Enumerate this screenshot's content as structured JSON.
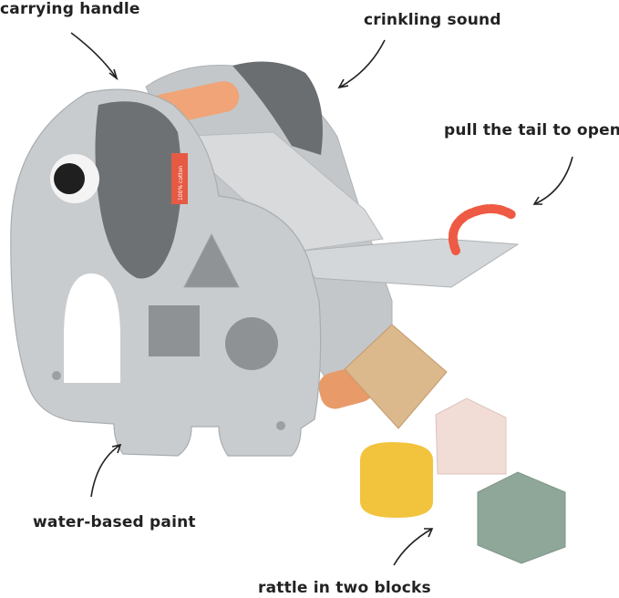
{
  "annotations": {
    "carrying_handle": "carrying handle",
    "crinkling_sound": "crinkling sound",
    "pull_tail": "pull the tail to open",
    "water_paint": "water-based paint",
    "rattle_blocks": "rattle in two blocks"
  },
  "tag_text": "100% cotton",
  "colors": {
    "body": "#c9ccce",
    "body_dark": "#b3b7ba",
    "ear": "#6e7174",
    "handle": "#f0a477",
    "tail": "#ee5a43",
    "block_wood": "#dcb88d",
    "block_pink": "#f1dcd6",
    "block_yellow": "#f2c43e",
    "block_green": "#8ea798",
    "tag": "#e65a44"
  }
}
